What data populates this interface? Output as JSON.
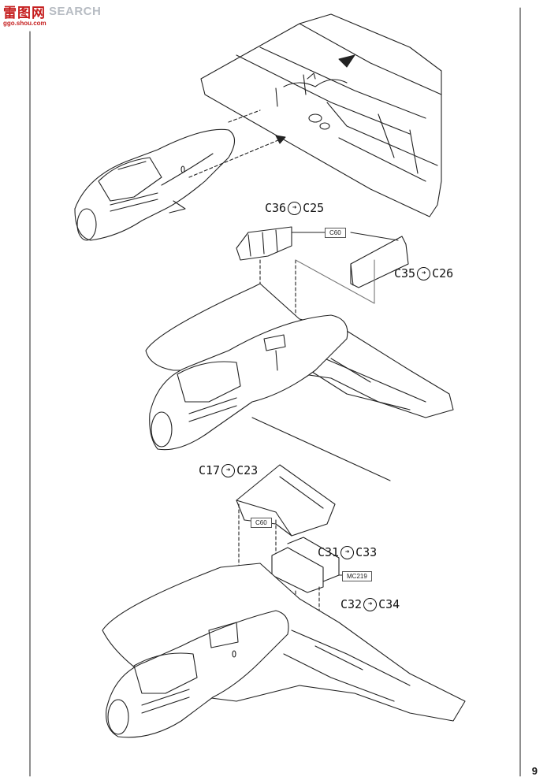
{
  "logo": {
    "cn": "雷图网",
    "en": "SEARCH",
    "url": "ggo.shou.com"
  },
  "page_number": "9",
  "steps": [
    {
      "from": "C36",
      "to": "C25"
    },
    {
      "from": "C35",
      "to": "C26"
    },
    {
      "from": "C17",
      "to": "C23"
    },
    {
      "from": "C31",
      "to": "C33"
    },
    {
      "from": "C32",
      "to": "C34"
    }
  ],
  "part_tags": [
    "C60",
    "C60",
    "MC219"
  ],
  "icons": {
    "swap": "replace-arrow-icon"
  }
}
